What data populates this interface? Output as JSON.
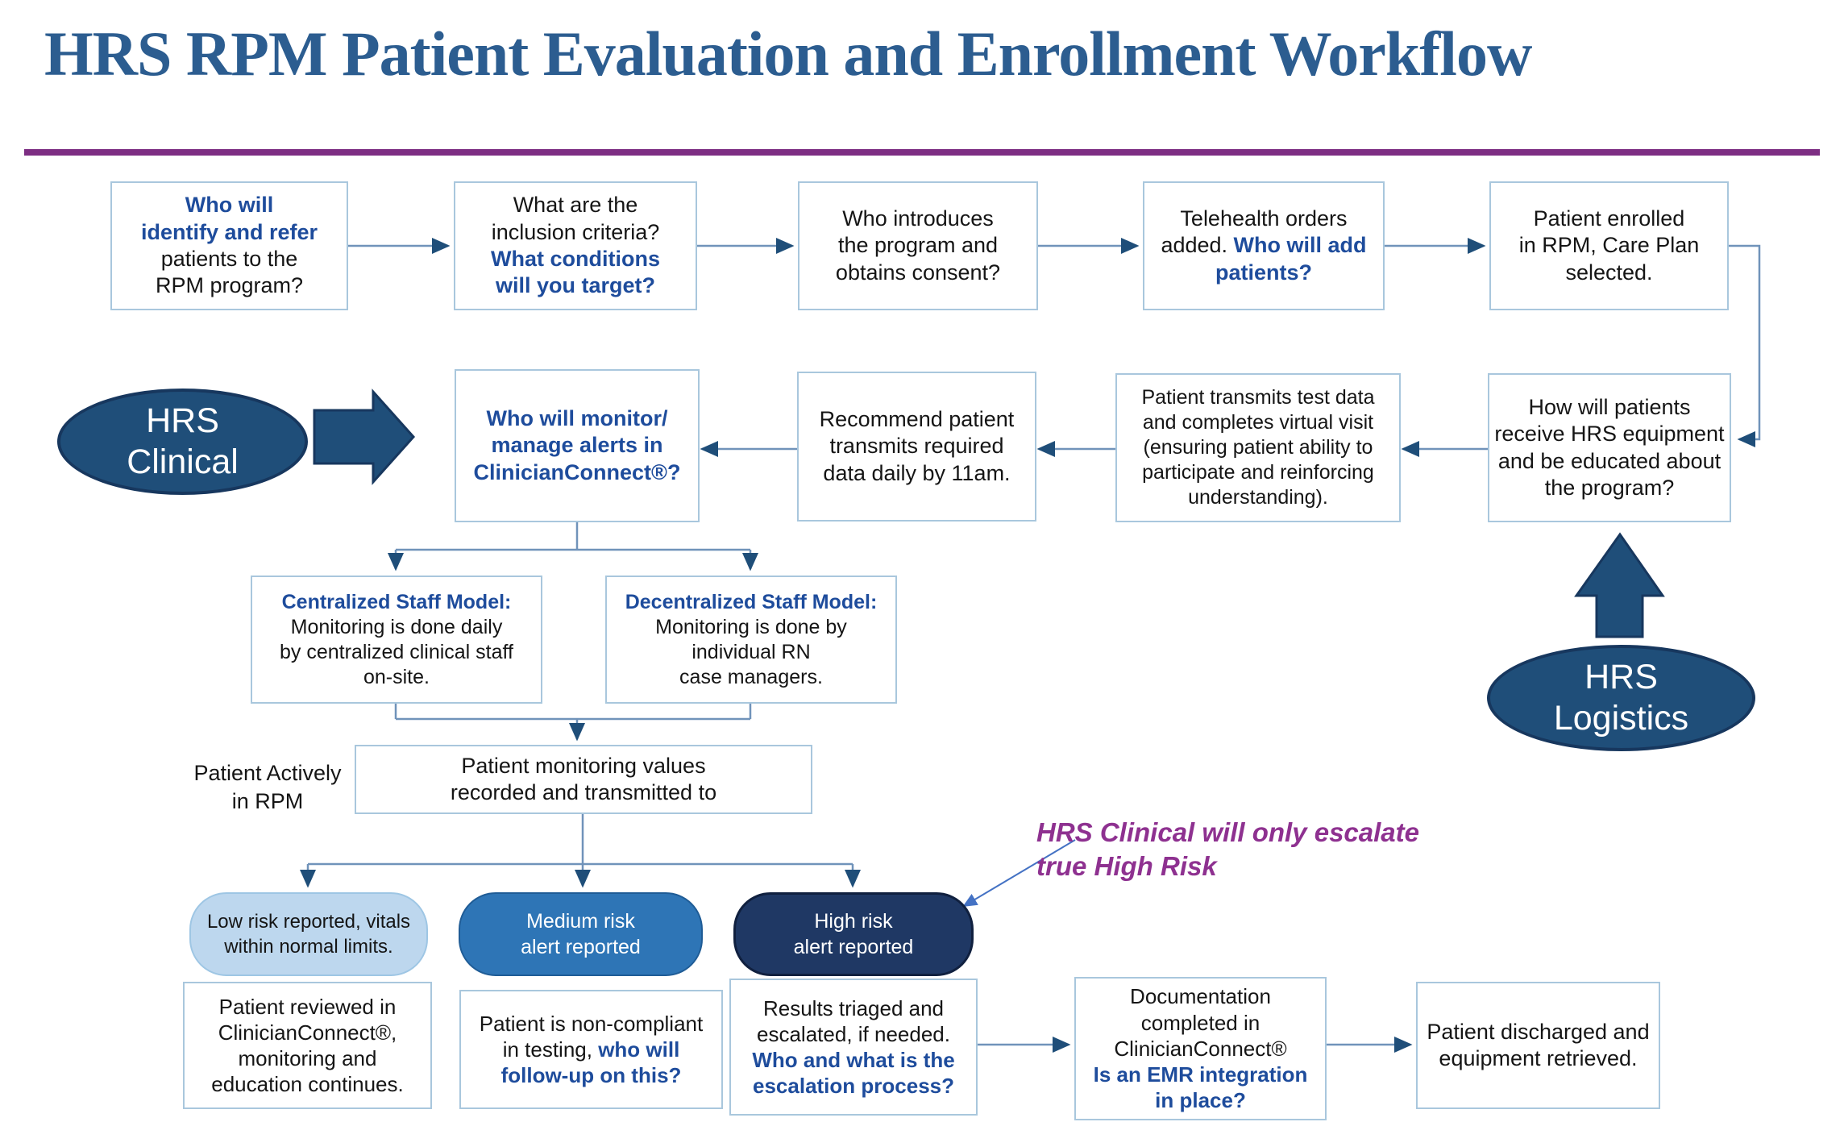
{
  "title": "HRS RPM Patient Evaluation and Enrollment Workflow",
  "colors": {
    "title_blue": "#2c5d90",
    "rule_purple": "#7d2e83",
    "accent_blue_text": "#1e4c9c",
    "navy_shapes": "#1f4e79",
    "connector_line": "#7093ba",
    "pill_low": "#bdd7ee",
    "pill_medium": "#2e75b6",
    "pill_high": "#1f3864",
    "annotation_purple": "#8e3190"
  },
  "row1": {
    "identify": {
      "blue": "Who will\nidentify and refer",
      "black": "patients to the\nRPM program?"
    },
    "criteria": {
      "black": "What are the\ninclusion criteria?",
      "blue": "What conditions\nwill you target?"
    },
    "introduces": {
      "black": "Who introduces\nthe program and\nobtains consent?"
    },
    "telehealth": {
      "l1": "Telehealth orders",
      "l2_black": "added. ",
      "l2_blue": "Who will add",
      "l3_blue": "patients?"
    },
    "enrolled": {
      "black": "Patient enrolled\nin RPM, Care Plan\nselected."
    }
  },
  "row2": {
    "clinical_ellipse": "HRS\nClinical",
    "monitor": {
      "blue": "Who will monitor/\nmanage alerts in\nClinicianConnect®?"
    },
    "recommend": {
      "black": "Recommend patient\ntransmits required\ndata daily by 11am."
    },
    "transmits": {
      "black": "Patient transmits test data\nand completes virtual visit\n(ensuring patient ability to\nparticipate and reinforcing\nunderstanding)."
    },
    "receive": {
      "black": "How will patients\nreceive HRS equipment\nand be educated about\nthe program?"
    },
    "logistics_ellipse": "HRS\nLogistics"
  },
  "models": {
    "centralized": {
      "blue": "Centralized Staff Model:",
      "black": "Monitoring is done daily\nby centralized clinical staff\non-site."
    },
    "decentralized": {
      "blue": "Decentralized Staff Model:",
      "black": "Monitoring is done by\nindividual RN\ncase managers."
    }
  },
  "monitoring": {
    "active_label": "Patient Actively\nin RPM",
    "values": "Patient monitoring values\nrecorded and transmitted to"
  },
  "pills": {
    "low": "Low risk reported, vitals\nwithin normal limits.",
    "medium": "Medium risk\nalert reported",
    "high": "High risk\nalert reported"
  },
  "annotation": "HRS Clinical will only escalate\ntrue High Risk",
  "bottom": {
    "reviewed": {
      "black": "Patient reviewed in\nClinicianConnect®,\nmonitoring and\neducation continues."
    },
    "noncompliant": {
      "l1": "Patient is non-compliant",
      "l2_black": "in testing, ",
      "l2_blue": "who will",
      "l3_blue": "follow-up on this?"
    },
    "results": {
      "black": "Results triaged and\nescalated, if needed.",
      "blue": "Who and what is the\nescalation process?"
    },
    "documentation": {
      "black": "Documentation\ncompleted in\nClinicianConnect®",
      "blue": "Is an EMR integration\nin place?"
    },
    "discharged": {
      "black": "Patient discharged and\nequipment retrieved."
    }
  }
}
